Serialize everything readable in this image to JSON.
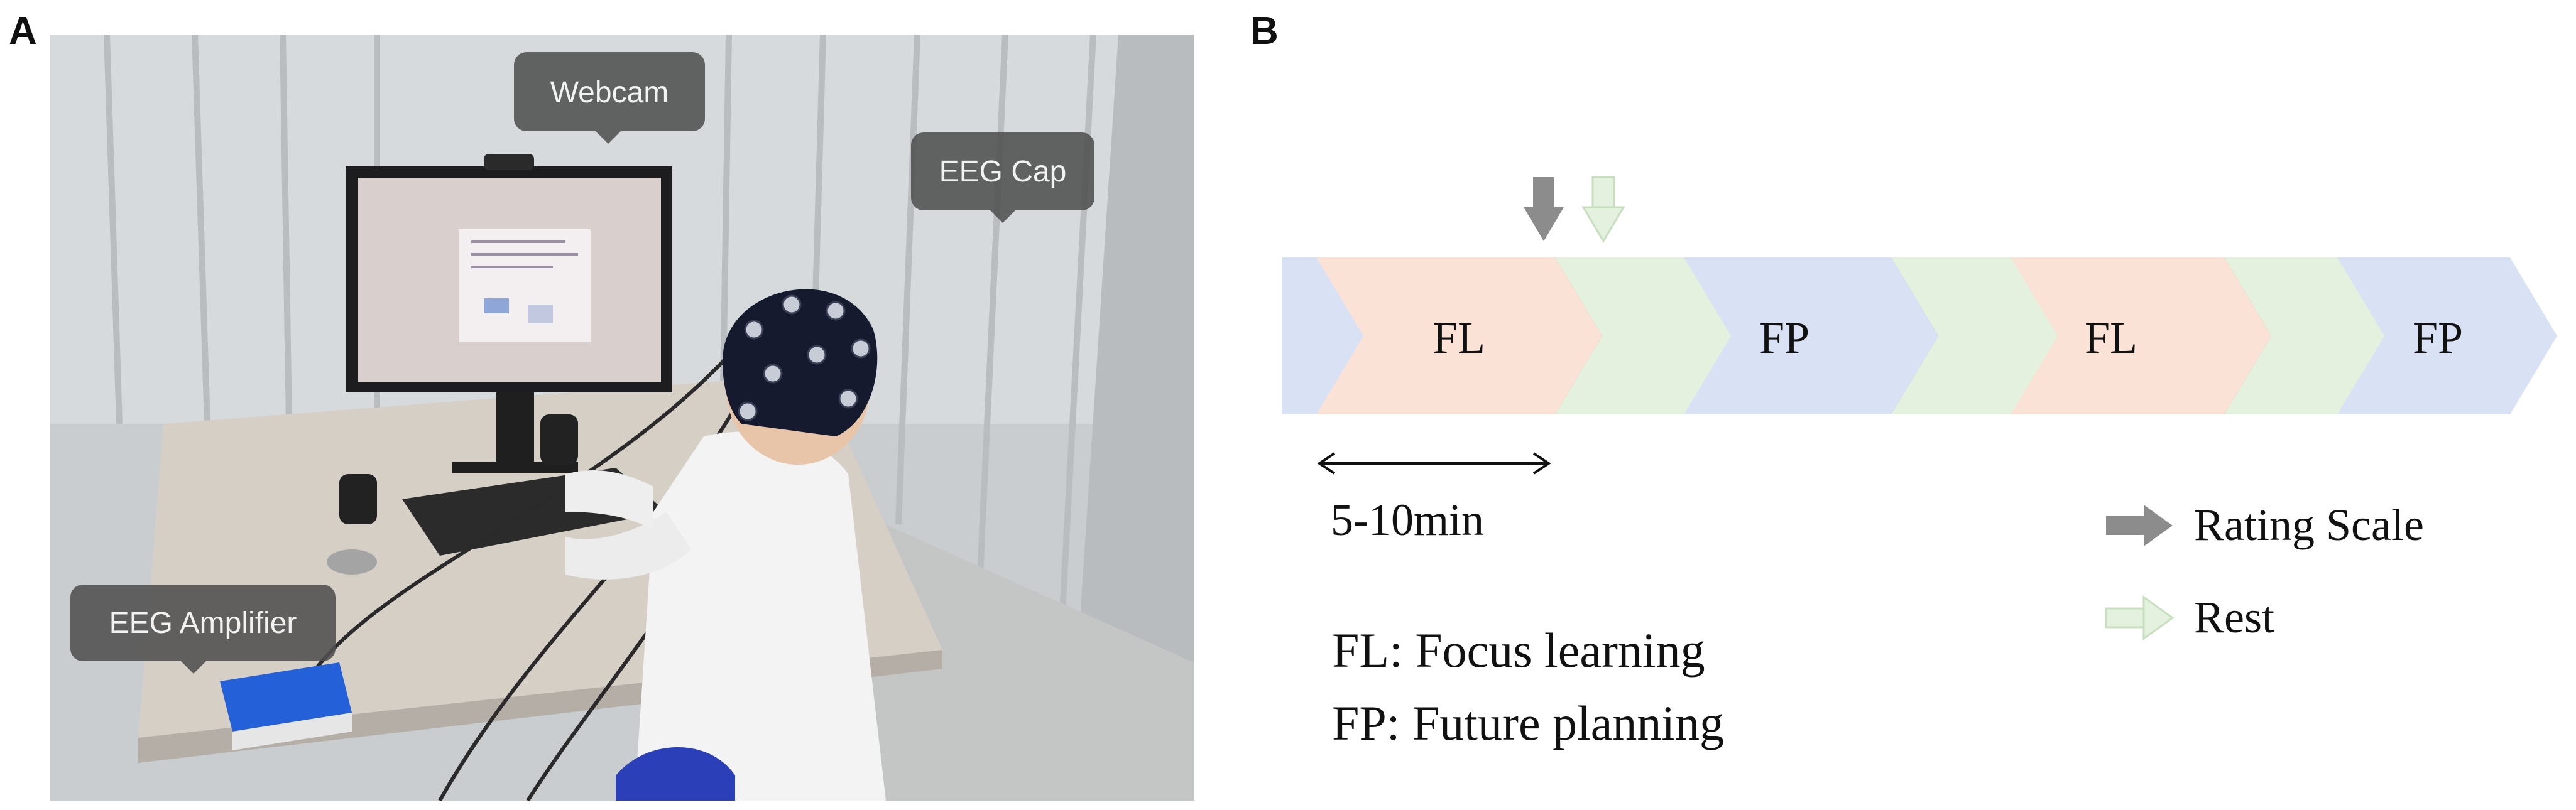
{
  "panel_a": {
    "letter": "A",
    "callouts": {
      "webcam": "Webcam",
      "eeg_cap": "EEG Cap",
      "eeg_amplifier": "EEG Amplifier"
    }
  },
  "panel_b": {
    "letter": "B",
    "stages": [
      {
        "label": "FL"
      },
      {
        "label": "FP"
      },
      {
        "label": "FL"
      },
      {
        "label": "FP"
      }
    ],
    "duration_label": "5-10min",
    "legend": {
      "rating_scale": "Rating Scale",
      "rest": "Rest"
    },
    "definitions": {
      "fl": "FL: Focus learning",
      "fp": "FP: Future planning"
    },
    "colors": {
      "focus_learning": "#fbe2d6",
      "future_planning": "#d9e1f4",
      "rest": "#e3f1de",
      "rating_scale": "#8c8c8c"
    }
  }
}
